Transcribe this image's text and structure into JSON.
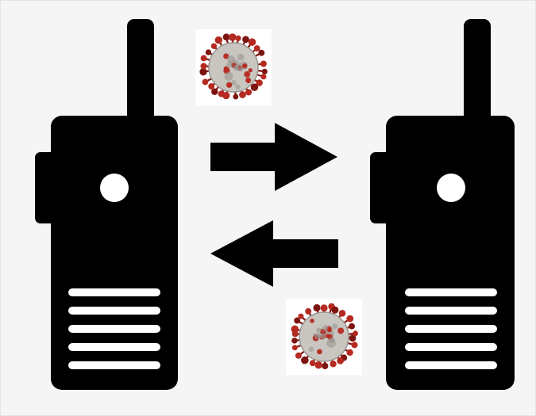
{
  "diagram": {
    "background_color": "#f5f5f5",
    "page_color": "#ffffff",
    "radio_color": "#000000",
    "speaker_line_color": "#ffffff",
    "arrow_color": "#000000",
    "virus_body_color": "#c9c6c1",
    "virus_shade_color": "#9a958f",
    "virus_spike_color": "#b52a20",
    "virus_spike_dark_color": "#7c1510",
    "devices": [
      {
        "id": "left",
        "icon": "walkie-talkie-icon",
        "speaker_lines": 5
      },
      {
        "id": "right",
        "icon": "walkie-talkie-icon",
        "speaker_lines": 5
      }
    ],
    "arrows": [
      {
        "direction": "right",
        "icon": "arrow-right-icon"
      },
      {
        "direction": "left",
        "icon": "arrow-left-icon"
      }
    ],
    "virus_images": [
      {
        "icon": "coronavirus-icon",
        "position": "top"
      },
      {
        "icon": "coronavirus-icon",
        "position": "bottom"
      }
    ]
  }
}
